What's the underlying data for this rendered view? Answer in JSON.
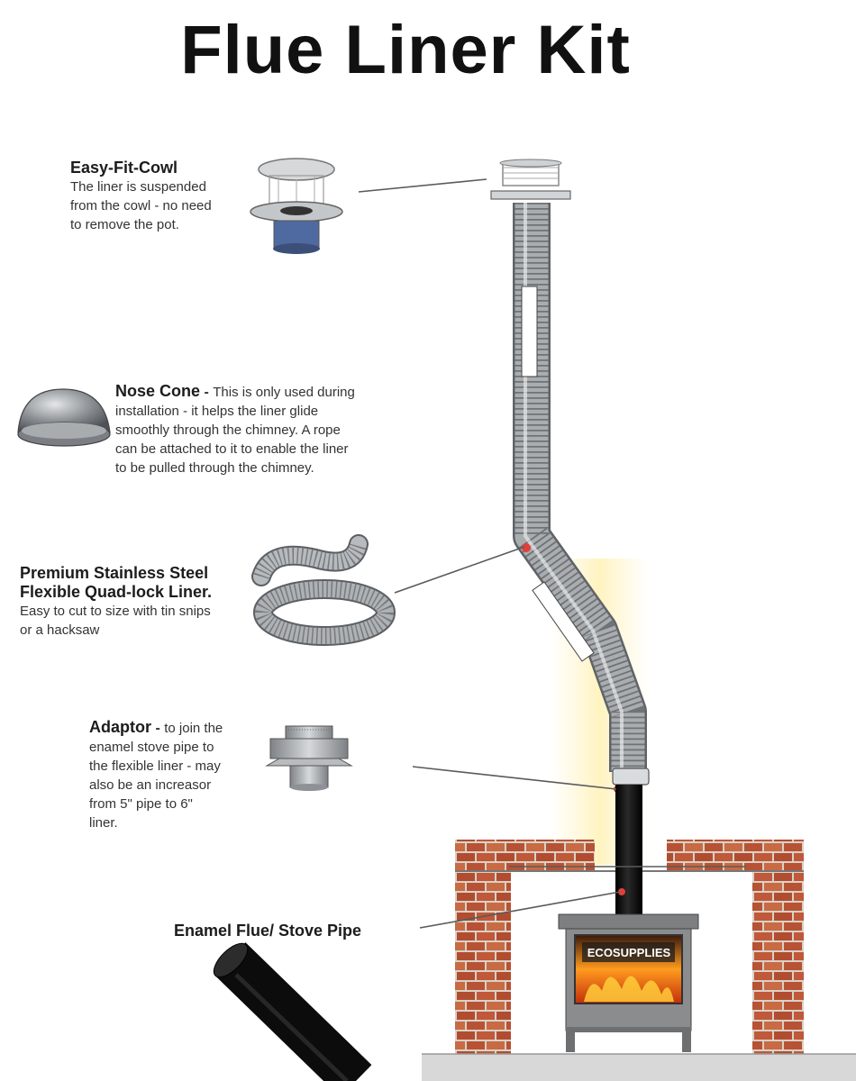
{
  "title": "Flue Liner Kit",
  "brand_text": "ECOSUPPLIES",
  "components": {
    "cowl": {
      "name": "Easy-Fit-Cowl",
      "lines": [
        "The liner is suspended",
        "from the cowl - no need",
        "to remove the pot."
      ]
    },
    "nose_cone": {
      "name": "Nose Cone",
      "separator": " - ",
      "lines": [
        "This is only used during",
        "installation - it helps the liner glide",
        "smoothly through the chimney. A rope",
        "can be attached to it to enable the liner",
        "to be pulled through the chimney."
      ]
    },
    "liner": {
      "name_line1": "Premium Stainless Steel",
      "name_line2": "Flexible Quad-lock Liner.",
      "lines": [
        "Easy to cut to size with tin snips",
        "or a hacksaw"
      ]
    },
    "adaptor": {
      "name": "Adaptor",
      "separator": " - ",
      "lines": [
        "to join the",
        "enamel stove pipe to",
        "the flexible liner - may",
        "also be an increasor",
        "from 5\" pipe to 6\"",
        "liner."
      ]
    },
    "stove_pipe": {
      "name": "Enamel Flue/ Stove Pipe"
    }
  },
  "colors": {
    "liner_metal": "#a9adb0",
    "brick": "#c0583a",
    "stove": "#8a8c8e",
    "flame": "#ff8a1c",
    "pipe": "#141414",
    "leader": "#5a5a5a"
  }
}
